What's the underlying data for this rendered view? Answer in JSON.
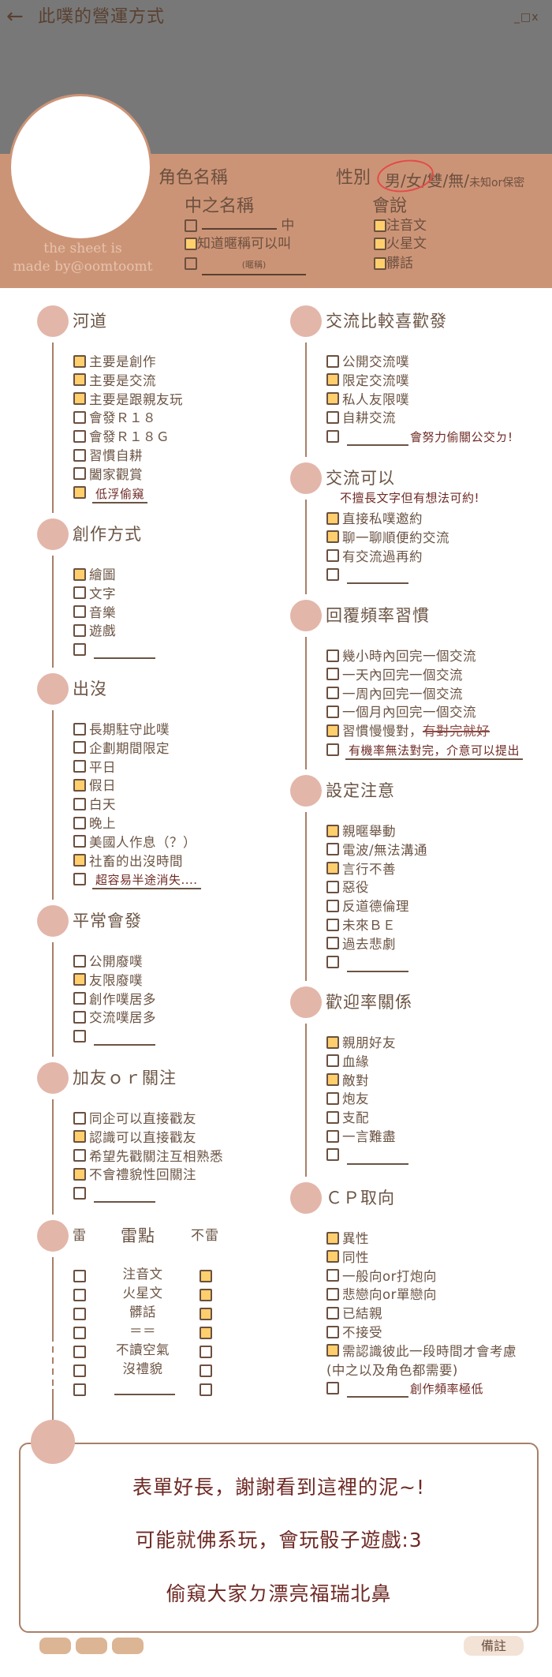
{
  "header": {
    "back_icon": "arrow-left-icon",
    "title": "此噗的營運方式",
    "window_controls": "_□x"
  },
  "profile": {
    "credit_line1": "the sheet is",
    "credit_line2": "made by@oomtoomt",
    "name_label": "角色名稱",
    "gender_label": "性別",
    "gender_selected": "男/女",
    "gender_other": "/雙/無/",
    "gender_unknown": "未知or保密",
    "pl_label": "中之名稱",
    "pl_items": [
      {
        "label": "",
        "suffix": "中",
        "checked": false
      },
      {
        "label": "知道暱稱可以叫",
        "checked": true
      },
      {
        "label": "(暱稱)",
        "checked": false
      }
    ],
    "speak_label": "會說",
    "speak_items": [
      {
        "label": "注音文",
        "checked": true
      },
      {
        "label": "火星文",
        "checked": true
      },
      {
        "label": "髒話",
        "checked": true
      }
    ]
  },
  "sections": {
    "river": {
      "title": "河道",
      "items": [
        {
          "label": "主要是創作",
          "checked": true
        },
        {
          "label": "主要是交流",
          "checked": true
        },
        {
          "label": "主要是跟親友玩",
          "checked": true
        },
        {
          "label": "會發Ｒ１８",
          "checked": false
        },
        {
          "label": "會發Ｒ１８Ｇ",
          "checked": false
        },
        {
          "label": "習慣自耕",
          "checked": false
        },
        {
          "label": "闔家觀賞",
          "checked": false
        },
        {
          "label": "",
          "checked": true,
          "underlined_note": "低浮偷窺"
        }
      ]
    },
    "creation": {
      "title": "創作方式",
      "items": [
        {
          "label": "繪圖",
          "checked": true
        },
        {
          "label": "文字",
          "checked": false
        },
        {
          "label": "音樂",
          "checked": false
        },
        {
          "label": "遊戲",
          "checked": false
        },
        {
          "label": "",
          "checked": false,
          "blank": true
        }
      ]
    },
    "presence": {
      "title": "出沒",
      "items": [
        {
          "label": "長期駐守此噗",
          "checked": false
        },
        {
          "label": "企劃期間限定",
          "checked": false
        },
        {
          "label": "平日",
          "checked": false
        },
        {
          "label": "假日",
          "checked": true
        },
        {
          "label": "白天",
          "checked": false
        },
        {
          "label": "晚上",
          "checked": false
        },
        {
          "label": "美國人作息（？）",
          "checked": false
        },
        {
          "label": "社畜的出沒時間",
          "checked": true
        },
        {
          "label": "",
          "checked": false,
          "underlined_note": "超容易半途消失...."
        }
      ]
    },
    "posts": {
      "title": "平常會發",
      "items": [
        {
          "label": "公開廢噗",
          "checked": false
        },
        {
          "label": "友限廢噗",
          "checked": true
        },
        {
          "label": "創作噗居多",
          "checked": false
        },
        {
          "label": "交流噗居多",
          "checked": false
        },
        {
          "label": "",
          "checked": false,
          "blank": true
        }
      ]
    },
    "follow": {
      "title": "加友ｏｒ關注",
      "items": [
        {
          "label": "同企可以直接戳友",
          "checked": false
        },
        {
          "label": "認識可以直接戳友",
          "checked": true
        },
        {
          "label": "希望先戳關注互相熟悉",
          "checked": false
        },
        {
          "label": "不會禮貌性回關注",
          "checked": true
        },
        {
          "label": "",
          "checked": false,
          "blank": true
        }
      ]
    },
    "exchange_pref": {
      "title": "交流比較喜歡發",
      "items": [
        {
          "label": "公開交流噗",
          "checked": false
        },
        {
          "label": "限定交流噗",
          "checked": true
        },
        {
          "label": "私人友限噗",
          "checked": true
        },
        {
          "label": "自耕交流",
          "checked": false
        },
        {
          "label": "",
          "checked": false,
          "blank": true,
          "note": "會努力偷關公交ㄉ!"
        }
      ]
    },
    "exchange_ok": {
      "title": "交流可以",
      "subnote": "不擅長文字但有想法可約!",
      "items": [
        {
          "label": "直接私噗邀約",
          "checked": true
        },
        {
          "label": "聊一聊順便約交流",
          "checked": true
        },
        {
          "label": "有交流過再約",
          "checked": false
        },
        {
          "label": "",
          "checked": false,
          "blank": true
        }
      ]
    },
    "reply": {
      "title": "回覆頻率習慣",
      "items": [
        {
          "label": "幾小時內回完一個交流",
          "checked": false
        },
        {
          "label": "一天內回完一個交流",
          "checked": false
        },
        {
          "label": "一周內回完一個交流",
          "checked": false
        },
        {
          "label": "一個月內回完一個交流",
          "checked": false
        },
        {
          "label": "習慣慢慢對，",
          "checked": true,
          "strike": "有對完就好"
        },
        {
          "label": "",
          "checked": false,
          "underlined_note": "有機率無法對完，介意可以提出"
        }
      ]
    },
    "setting": {
      "title": "設定注意",
      "items": [
        {
          "label": "親暱舉動",
          "checked": true
        },
        {
          "label": "電波/無法溝通",
          "checked": false
        },
        {
          "label": "言行不善",
          "checked": true
        },
        {
          "label": "惡役",
          "checked": false
        },
        {
          "label": "反道德倫理",
          "checked": false
        },
        {
          "label": "未來ＢＥ",
          "checked": false
        },
        {
          "label": "過去悲劇",
          "checked": false
        },
        {
          "label": "",
          "checked": false,
          "blank": true
        }
      ]
    },
    "relation": {
      "title": "歡迎率關係",
      "items": [
        {
          "label": "親朋好友",
          "checked": true
        },
        {
          "label": "血緣",
          "checked": false
        },
        {
          "label": "敵對",
          "checked": true
        },
        {
          "label": "炮友",
          "checked": false
        },
        {
          "label": "支配",
          "checked": false
        },
        {
          "label": "一言難盡",
          "checked": false
        },
        {
          "label": "",
          "checked": false,
          "blank": true
        }
      ]
    },
    "cp": {
      "title": "ＣＰ取向",
      "items": [
        {
          "label": "異性",
          "checked": true
        },
        {
          "label": "同性",
          "checked": true
        },
        {
          "label": "一般向or打炮向",
          "checked": false
        },
        {
          "label": "悲戀向or單戀向",
          "checked": false
        },
        {
          "label": "已結親",
          "checked": false
        },
        {
          "label": "不接受",
          "checked": false
        },
        {
          "label": "需認識彼此一段時間才會考慮",
          "checked": true
        },
        {
          "label": "(中之以及角色都需要)",
          "nobox": true
        },
        {
          "label": "",
          "checked": false,
          "blank": true,
          "note": "創作頻率極低"
        }
      ]
    }
  },
  "triggers": {
    "col_trigger": "雷",
    "title": "雷點",
    "col_ok": "不雷",
    "rows": [
      {
        "label": "注音文",
        "trigger": false,
        "ok": true
      },
      {
        "label": "火星文",
        "trigger": false,
        "ok": true
      },
      {
        "label": "髒話",
        "trigger": false,
        "ok": true
      },
      {
        "label": "＝＝",
        "trigger": false,
        "ok": true
      },
      {
        "label": "不讀空氣",
        "trigger": false,
        "ok": false
      },
      {
        "label": "沒禮貌",
        "trigger": false,
        "ok": false
      },
      {
        "label": "",
        "trigger": false,
        "ok": false,
        "blank": true
      }
    ]
  },
  "memo": {
    "lines": [
      "表單好長，謝謝看到這裡的泥~!",
      "可能就佛系玩，會玩骰子遊戲:3",
      "偷窺大家ㄉ漂亮福瑞北鼻"
    ],
    "note_button": "備註"
  },
  "colors": {
    "header_bg": "#787878",
    "band": "#cc9476",
    "circle": "#e3b6aa",
    "checked": "#ffcf6e",
    "text": "#6b5444",
    "note": "#6e2a25"
  }
}
